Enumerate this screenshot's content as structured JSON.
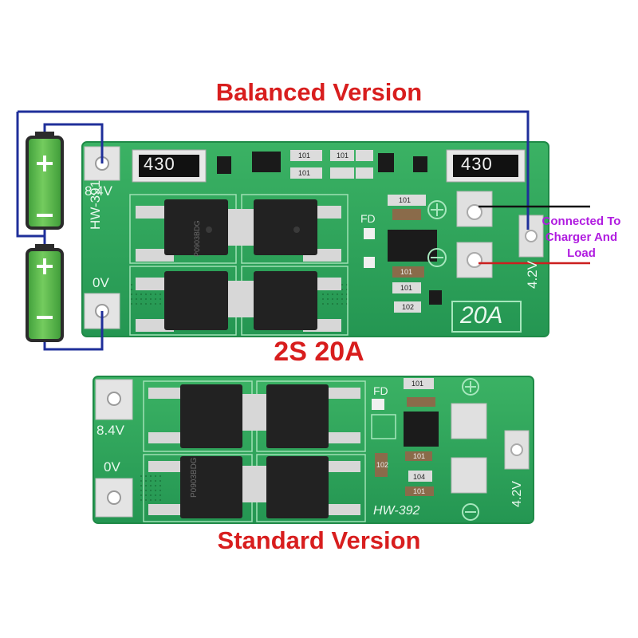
{
  "titles": {
    "top": "Balanced Version",
    "middle": "2S 20A",
    "bottom": "Standard Version"
  },
  "callout": {
    "line1": "Connected To",
    "line2": "Charger And",
    "line3": "Load"
  },
  "balanced_board": {
    "resistor_left": "430",
    "resistor_right": "430",
    "label_84v": "8.4V",
    "label_0v": "0V",
    "model": "HW-391",
    "label_fd": "FD",
    "label_42v": "4.2V",
    "rating": "20A",
    "smd_codes": [
      "101",
      "101",
      "101",
      "101",
      "101",
      "101",
      "102"
    ],
    "mosfet_marking": "P0903BDG"
  },
  "standard_board": {
    "label_84v": "8.4V",
    "label_0v": "0V",
    "model": "HW-392",
    "label_fd": "FD",
    "label_42v": "4.2V",
    "smd_codes": [
      "101",
      "101",
      "102",
      "104",
      "101"
    ],
    "mosfet_marking": "P0903BDG"
  },
  "colors": {
    "title_red": "#d81e1e",
    "wire_blue": "#1f2f9a",
    "callout_purple": "#b01ce0",
    "pcb_green": "#2fa35a",
    "battery_green": "#52b848"
  }
}
